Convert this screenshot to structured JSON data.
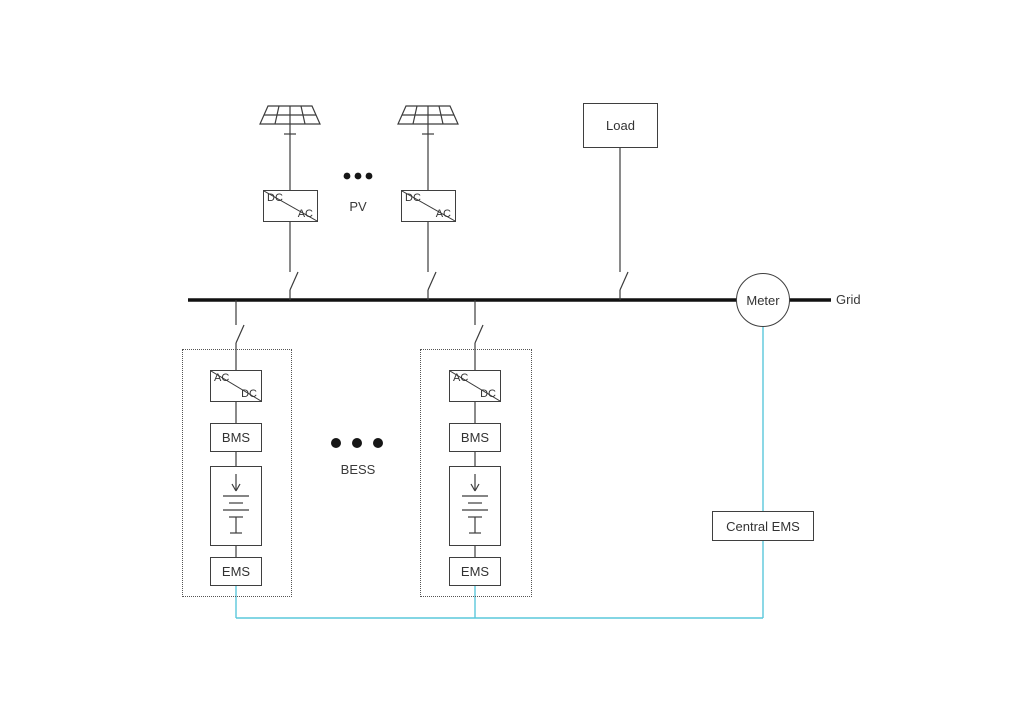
{
  "diagram": {
    "colors": {
      "wire": "#3c3c3c",
      "bus": "#111111",
      "comm": "#5ac8dc"
    },
    "pv": {
      "label": "PV",
      "units": [
        {
          "converter_top": "DC",
          "converter_bottom": "AC"
        },
        {
          "converter_top": "DC",
          "converter_bottom": "AC"
        }
      ]
    },
    "load": {
      "label": "Load"
    },
    "meter": {
      "label": "Meter"
    },
    "grid": {
      "label": "Grid"
    },
    "bess": {
      "label": "BESS",
      "units": [
        {
          "converter_top": "AC",
          "converter_bottom": "DC",
          "bms_label": "BMS",
          "ems_label": "EMS"
        },
        {
          "converter_top": "AC",
          "converter_bottom": "DC",
          "bms_label": "BMS",
          "ems_label": "EMS"
        }
      ]
    },
    "central_ems": {
      "label": "Central EMS"
    }
  }
}
